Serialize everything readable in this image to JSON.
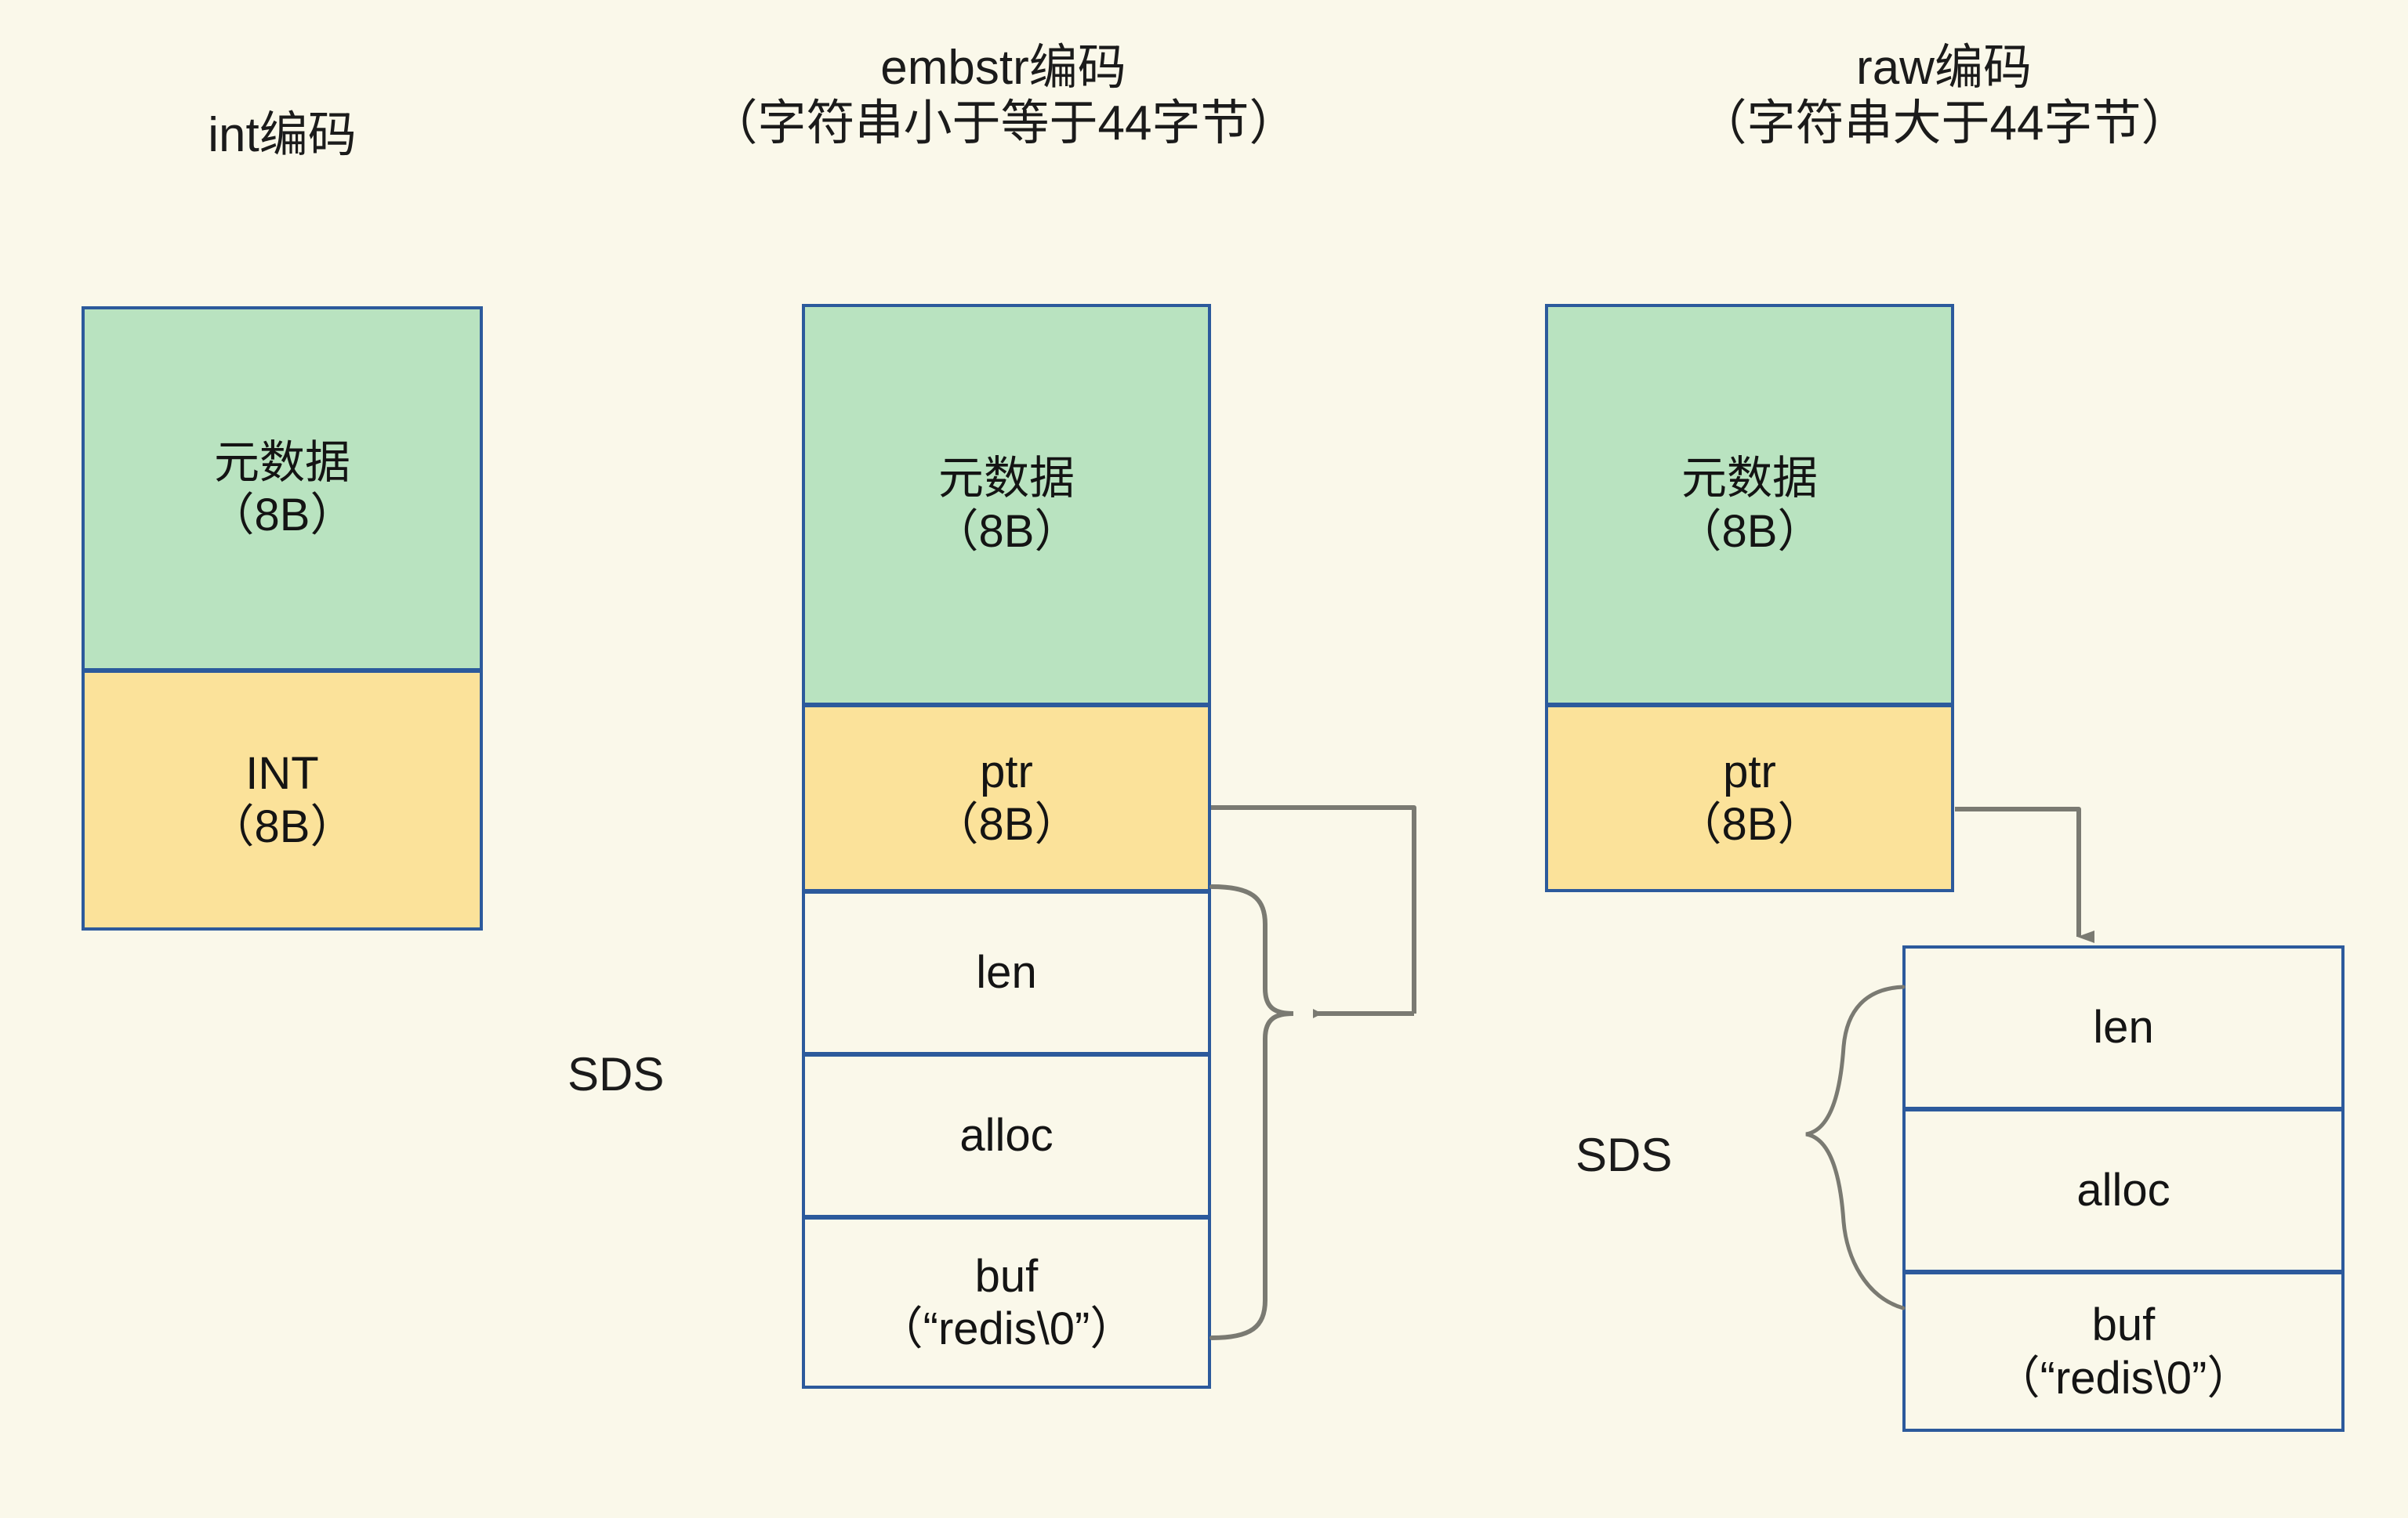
{
  "page": {
    "background_color": "#faf8ea",
    "border_color": "#2c5a9c",
    "metadata_color": "#b9e3c0",
    "pointer_color": "#fbe29a",
    "wire_color": "#7a7a72"
  },
  "headings": {
    "int": "int编码",
    "embstr": "embstr编码\n（字符串小于等于44字节）",
    "raw": "raw编码\n（字符串大于44字节）"
  },
  "columns": {
    "int_encoding": {
      "cells": [
        {
          "label": "元数据\n（8B）",
          "kind": "metadata"
        },
        {
          "label": "INT\n（8B）",
          "kind": "value"
        }
      ]
    },
    "embstr_encoding": {
      "sds_label": "SDS",
      "cells": [
        {
          "label": "元数据\n（8B）",
          "kind": "metadata"
        },
        {
          "label": "ptr\n（8B）",
          "kind": "pointer"
        },
        {
          "label": "len",
          "kind": "sds-field"
        },
        {
          "label": "alloc",
          "kind": "sds-field"
        },
        {
          "label": "buf\n（“redis\\0”）",
          "kind": "sds-field"
        }
      ]
    },
    "raw_encoding": {
      "sds_label": "SDS",
      "cells": [
        {
          "label": "元数据\n（8B）",
          "kind": "metadata"
        },
        {
          "label": "ptr\n（8B）",
          "kind": "pointer"
        },
        {
          "label": "len",
          "kind": "sds-field"
        },
        {
          "label": "alloc",
          "kind": "sds-field"
        },
        {
          "label": "buf\n（“redis\\0”）",
          "kind": "sds-field"
        }
      ]
    }
  }
}
